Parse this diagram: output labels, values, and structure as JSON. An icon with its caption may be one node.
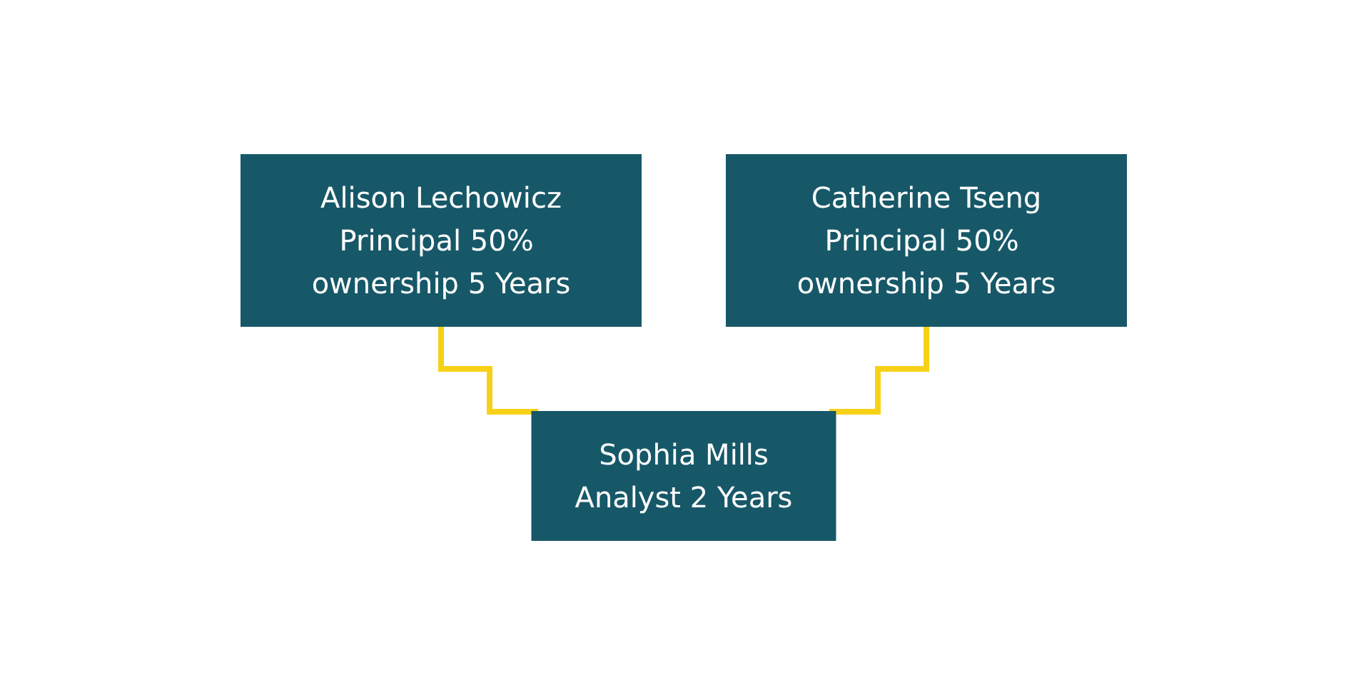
{
  "diagram": {
    "nodes": [
      {
        "text": [
          "Alison Lechowicz",
          "Principal 50% ownership 5 Years"
        ]
      },
      {
        "text": [
          "Catherine Tseng",
          "Principal 50% ownership 5 Years"
        ]
      },
      {
        "text": [
          "Sophia Mills",
          "Analyst 2 Years"
        ]
      }
    ],
    "edges": [
      {
        "from": 0,
        "to": 2,
        "arrow": "none",
        "color": "#f7d117"
      },
      {
        "from": 1,
        "to": 2,
        "arrow": "none",
        "color": "#f7d117"
      }
    ]
  }
}
